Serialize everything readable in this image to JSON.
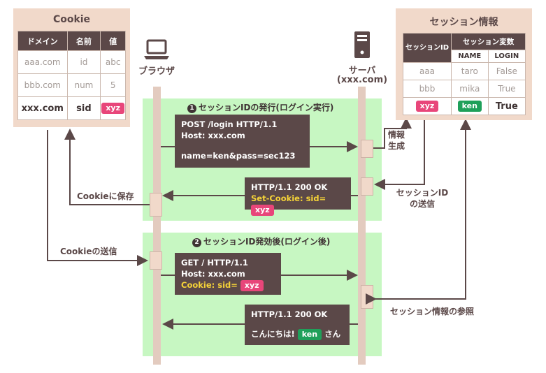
{
  "cookie_panel": {
    "title": "Cookie",
    "headers": [
      "ドメイン",
      "名前",
      "値"
    ],
    "rows": [
      {
        "domain": "aaa.com",
        "name": "id",
        "value": "abc"
      },
      {
        "domain": "bbb.com",
        "name": "num",
        "value": "5"
      },
      {
        "domain": "xxx.com",
        "name": "sid",
        "value": "xyz"
      }
    ]
  },
  "session_panel": {
    "title": "セッション情報",
    "header_id": "セッションID",
    "header_vars": "セッション変数",
    "header_name": "NAME",
    "header_login": "LOGIN",
    "rows": [
      {
        "id": "aaa",
        "name": "taro",
        "login": "False"
      },
      {
        "id": "bbb",
        "name": "mika",
        "login": "True"
      },
      {
        "id": "xyz",
        "name": "ken",
        "login": "True"
      }
    ]
  },
  "actors": {
    "browser": "ブラウザ",
    "server": "サーバ",
    "server_host": "(xxx.com)"
  },
  "phase1": {
    "num": "1",
    "title": "セッションIDの発行(ログイン実行)",
    "request": {
      "line1": "POST /login  HTTP/1.1",
      "line2": "Host: xxx.com",
      "line3": "name=ken&pass=sec123"
    },
    "response": {
      "line1": "HTTP/1.1 200 OK",
      "cookie_label": "Set-Cookie: sid=",
      "cookie_value": "xyz"
    }
  },
  "phase2": {
    "num": "2",
    "title": "セッションID発効後(ログイン後)",
    "request": {
      "line1": "GET / HTTP/1.1",
      "line2": "Host: xxx.com",
      "cookie_label": "Cookie: sid=",
      "cookie_value": "xyz"
    },
    "response": {
      "line1": "HTTP/1.1 200 OK",
      "greeting_prefix": "こんにちは!",
      "greeting_name": "ken",
      "greeting_suffix": "さん"
    }
  },
  "labels": {
    "generate_line1": "情報",
    "generate_line2": "生成",
    "send_session_line1": "セッションID",
    "send_session_line2": "の送信",
    "save_cookie": "Cookieに保存",
    "send_cookie": "Cookieの送信",
    "session_lookup": "セッション情報の参照"
  }
}
